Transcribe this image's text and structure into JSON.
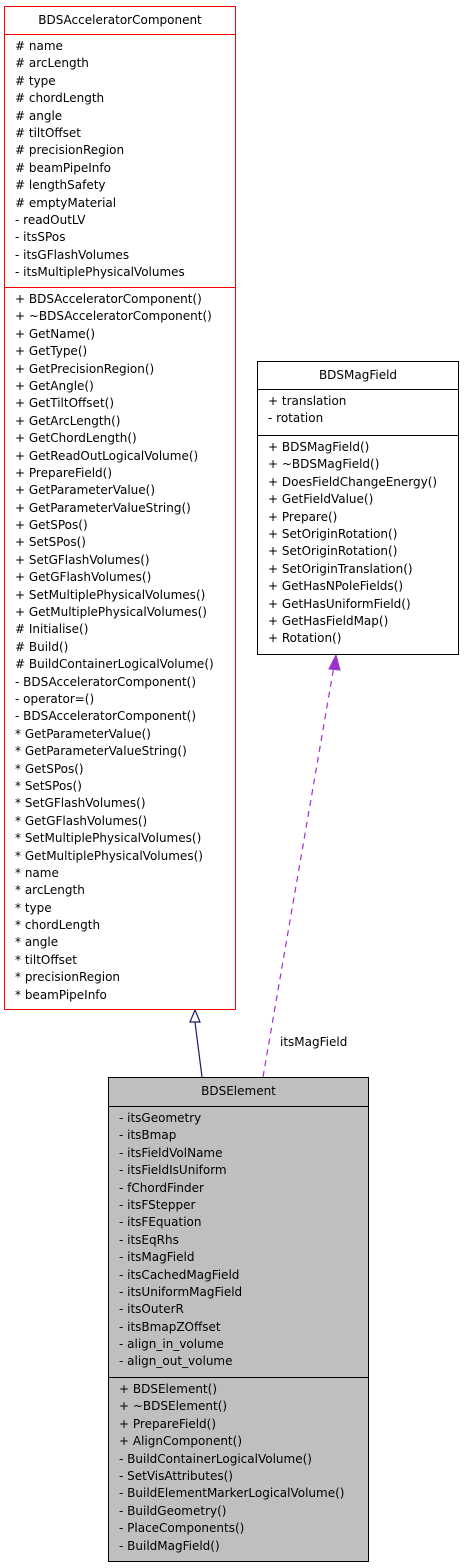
{
  "classes": {
    "accelerator": {
      "name": "BDSAcceleratorComponent",
      "attributes": [
        "# name",
        "# arcLength",
        "# type",
        "# chordLength",
        "# angle",
        "# tiltOffset",
        "# precisionRegion",
        "# beamPipeInfo",
        "# lengthSafety",
        "# emptyMaterial",
        "- readOutLV",
        "- itsSPos",
        "- itsGFlashVolumes",
        "- itsMultiplePhysicalVolumes"
      ],
      "operations": [
        "+ BDSAcceleratorComponent()",
        "+ ~BDSAcceleratorComponent()",
        "+ GetName()",
        "+ GetType()",
        "+ GetPrecisionRegion()",
        "+ GetAngle()",
        "+ GetTiltOffset()",
        "+ GetArcLength()",
        "+ GetChordLength()",
        "+ GetReadOutLogicalVolume()",
        "+ PrepareField()",
        "+ GetParameterValue()",
        "+ GetParameterValueString()",
        "+ GetSPos()",
        "+ SetSPos()",
        "+ SetGFlashVolumes()",
        "+ GetGFlashVolumes()",
        "+ SetMultiplePhysicalVolumes()",
        "+ GetMultiplePhysicalVolumes()",
        "# Initialise()",
        "# Build()",
        "# BuildContainerLogicalVolume()",
        "- BDSAcceleratorComponent()",
        "- operator=()",
        "- BDSAcceleratorComponent()",
        "* GetParameterValue()",
        "* GetParameterValueString()",
        "* GetSPos()",
        "* SetSPos()",
        "* SetGFlashVolumes()",
        "* GetGFlashVolumes()",
        "* SetMultiplePhysicalVolumes()",
        "* GetMultiplePhysicalVolumes()",
        "* name",
        "* arcLength",
        "* type",
        "* chordLength",
        "* angle",
        "* tiltOffset",
        "* precisionRegion",
        "* beamPipeInfo"
      ]
    },
    "magfield": {
      "name": "BDSMagField",
      "attributes": [
        "+ translation",
        "- rotation"
      ],
      "operations": [
        "+ BDSMagField()",
        "+ ~BDSMagField()",
        "+ DoesFieldChangeEnergy()",
        "+ GetFieldValue()",
        "+ Prepare()",
        "+ SetOriginRotation()",
        "+ SetOriginRotation()",
        "+ SetOriginTranslation()",
        "+ GetHasNPoleFields()",
        "+ GetHasUniformField()",
        "+ GetHasFieldMap()",
        "+ Rotation()"
      ]
    },
    "element": {
      "name": "BDSElement",
      "attributes": [
        "- itsGeometry",
        "- itsBmap",
        "- itsFieldVolName",
        "- itsFieldIsUniform",
        "- fChordFinder",
        "- itsFStepper",
        "- itsFEquation",
        "- itsEqRhs",
        "- itsMagField",
        "- itsCachedMagField",
        "- itsUniformMagField",
        "- itsOuterR",
        "- itsBmapZOffset",
        "- align_in_volume",
        "- align_out_volume"
      ],
      "operations": [
        "+ BDSElement()",
        "+ ~BDSElement()",
        "+ PrepareField()",
        "+ AlignComponent()",
        "- BuildContainerLogicalVolume()",
        "- SetVisAttributes()",
        "- BuildElementMarkerLogicalVolume()",
        "- BuildGeometry()",
        "- PlaceComponents()",
        "- BuildMagField()"
      ]
    }
  },
  "relations": {
    "usage_label": "itsMagField",
    "inheritance_color": "#191970",
    "usage_color": "#9a32cd"
  },
  "colors": {
    "base_border": "#ff0000",
    "element_fill": "#bfbfbf"
  }
}
